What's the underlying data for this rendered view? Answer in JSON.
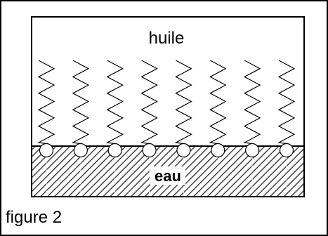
{
  "diagram": {
    "oil_label": "huile",
    "water_label": "eau",
    "surfactant_count": 8,
    "colors": {
      "line": "#000000",
      "hatch": "#555555",
      "background": "#ffffff"
    }
  },
  "caption": "figure 2"
}
